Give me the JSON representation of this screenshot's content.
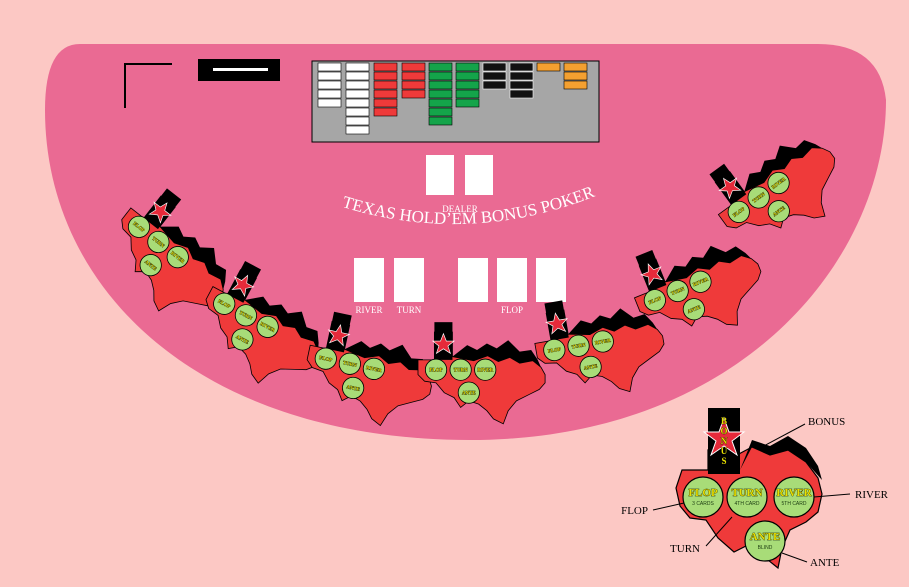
{
  "colors": {
    "background": "#fcc8c4",
    "felt": "#ea6a93",
    "tray": "#a6a6a6",
    "circle": "#a8dc78",
    "shape_red": "#ef3a3a",
    "star_red": "#e62a3a",
    "chip_white": "#ffffff",
    "chip_red": "#ef3a3a",
    "chip_green": "#14a44a",
    "chip_black": "#111111",
    "chip_orange": "#f4a030"
  },
  "table": {
    "title": "TEXAS HOLD’EM BONUS POKER",
    "dealer_label": "DEALER",
    "river_label": "RIVER",
    "turn_label": "TURN",
    "flop_label": "FLOP"
  },
  "betting_spot": {
    "bonus_word": "BONUS",
    "flop": "FLOP",
    "flop_sub": "3 CARDS",
    "turn": "TURN",
    "turn_sub": "4TH CARD",
    "river": "RIVER",
    "river_sub": "5TH CARD",
    "ante": "ANTE",
    "ante_sub": "BLIND"
  },
  "legend": {
    "bonus": "BONUS",
    "flop": "FLOP",
    "turn": "TURN",
    "river": "RIVER",
    "ante": "ANTE"
  },
  "chip_tray_columns": [
    {
      "color": "white",
      "count": 5
    },
    {
      "color": "white",
      "count": 8
    },
    {
      "color": "red",
      "count": 6
    },
    {
      "color": "red",
      "count": 4
    },
    {
      "color": "green",
      "count": 7
    },
    {
      "color": "green",
      "count": 5
    },
    {
      "color": "black",
      "count": 3
    },
    {
      "color": "black",
      "count": 4
    },
    {
      "color": "orange",
      "count": 1
    },
    {
      "color": "orange",
      "count": 3
    }
  ]
}
